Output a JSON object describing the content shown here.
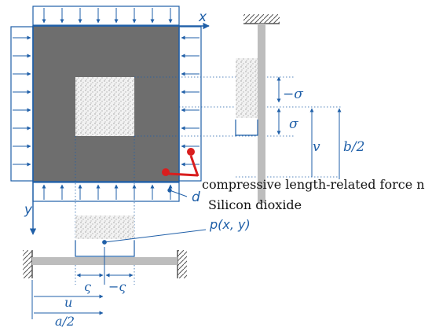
{
  "labels": {
    "x_axis": "x",
    "y_axis": "y",
    "neg_sigma": "−σ",
    "sigma": "σ",
    "v": "v",
    "b_half": "b/2",
    "d": "d",
    "force": "compressive length-related force n",
    "silicon": "Silicon dioxide",
    "pressure": "p(x, y)",
    "zeta": "ς",
    "neg_zeta": "−ς",
    "u": "u",
    "a_half": "a/2"
  },
  "colors": {
    "blue": "#1f5fa8",
    "plate": "#6e6e6e",
    "hatch": "#444444",
    "beam": "#bdbdbd",
    "red": "#d91e1e"
  }
}
